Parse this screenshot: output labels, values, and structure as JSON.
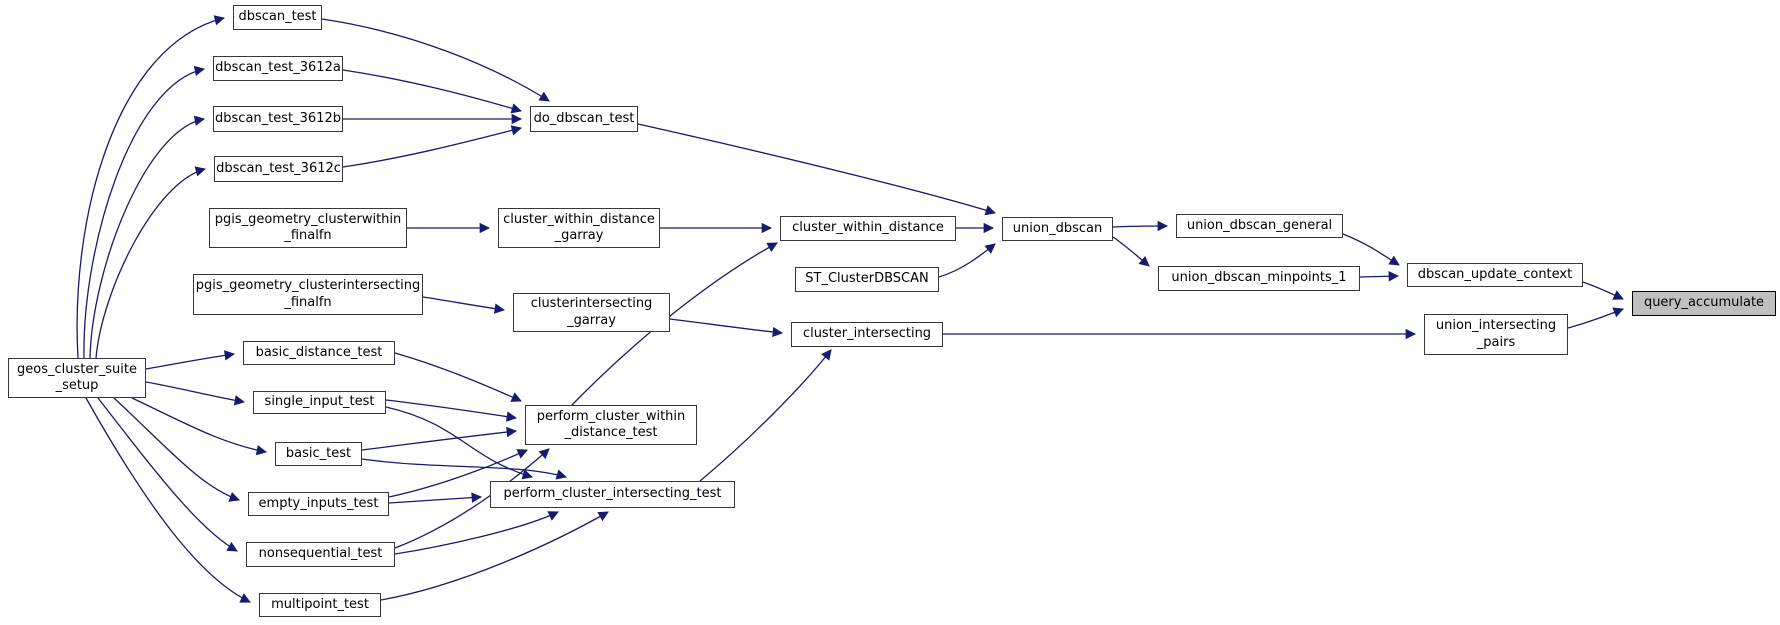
{
  "diagram": {
    "kind": "call-graph",
    "colors": {
      "background": "#ffffff",
      "edge": "#191970",
      "node_fill": "#ffffff",
      "node_border": "#36363e",
      "highlight_fill": "#bfbfbf",
      "text": "#000000"
    },
    "nodes": [
      {
        "id": "geos_cluster_suite_setup",
        "label": "geos_cluster_suite\n_setup",
        "highlighted": false
      },
      {
        "id": "dbscan_test",
        "label": "dbscan_test",
        "highlighted": false
      },
      {
        "id": "dbscan_test_3612a",
        "label": "dbscan_test_3612a",
        "highlighted": false
      },
      {
        "id": "dbscan_test_3612b",
        "label": "dbscan_test_3612b",
        "highlighted": false
      },
      {
        "id": "dbscan_test_3612c",
        "label": "dbscan_test_3612c",
        "highlighted": false
      },
      {
        "id": "do_dbscan_test",
        "label": "do_dbscan_test",
        "highlighted": false
      },
      {
        "id": "pgis_geometry_clusterwithin_finalfn",
        "label": "pgis_geometry_clusterwithin\n_finalfn",
        "highlighted": false
      },
      {
        "id": "cluster_within_distance_garray",
        "label": "cluster_within_distance\n_garray",
        "highlighted": false
      },
      {
        "id": "cluster_within_distance",
        "label": "cluster_within_distance",
        "highlighted": false
      },
      {
        "id": "ST_ClusterDBSCAN",
        "label": "ST_ClusterDBSCAN",
        "highlighted": false
      },
      {
        "id": "pgis_geometry_clusterintersecting_finalfn",
        "label": "pgis_geometry_clusterintersecting\n_finalfn",
        "highlighted": false
      },
      {
        "id": "clusterintersecting_garray",
        "label": "clusterintersecting\n_garray",
        "highlighted": false
      },
      {
        "id": "cluster_intersecting",
        "label": "cluster_intersecting",
        "highlighted": false
      },
      {
        "id": "union_dbscan",
        "label": "union_dbscan",
        "highlighted": false
      },
      {
        "id": "union_dbscan_general",
        "label": "union_dbscan_general",
        "highlighted": false
      },
      {
        "id": "union_dbscan_minpoints_1",
        "label": "union_dbscan_minpoints_1",
        "highlighted": false
      },
      {
        "id": "dbscan_update_context",
        "label": "dbscan_update_context",
        "highlighted": false
      },
      {
        "id": "union_intersecting_pairs",
        "label": "union_intersecting\n_pairs",
        "highlighted": false
      },
      {
        "id": "query_accumulate",
        "label": "query_accumulate",
        "highlighted": true
      },
      {
        "id": "basic_distance_test",
        "label": "basic_distance_test",
        "highlighted": false
      },
      {
        "id": "single_input_test",
        "label": "single_input_test",
        "highlighted": false
      },
      {
        "id": "basic_test",
        "label": "basic_test",
        "highlighted": false
      },
      {
        "id": "empty_inputs_test",
        "label": "empty_inputs_test",
        "highlighted": false
      },
      {
        "id": "nonsequential_test",
        "label": "nonsequential_test",
        "highlighted": false
      },
      {
        "id": "multipoint_test",
        "label": "multipoint_test",
        "highlighted": false
      },
      {
        "id": "perform_cluster_within_distance_test",
        "label": "perform_cluster_within\n_distance_test",
        "highlighted": false
      },
      {
        "id": "perform_cluster_intersecting_test",
        "label": "perform_cluster_intersecting_test",
        "highlighted": false
      }
    ],
    "edges": [
      {
        "from": "geos_cluster_suite_setup",
        "to": "dbscan_test"
      },
      {
        "from": "geos_cluster_suite_setup",
        "to": "dbscan_test_3612a"
      },
      {
        "from": "geos_cluster_suite_setup",
        "to": "dbscan_test_3612b"
      },
      {
        "from": "geos_cluster_suite_setup",
        "to": "dbscan_test_3612c"
      },
      {
        "from": "geos_cluster_suite_setup",
        "to": "basic_distance_test"
      },
      {
        "from": "geos_cluster_suite_setup",
        "to": "single_input_test"
      },
      {
        "from": "geos_cluster_suite_setup",
        "to": "basic_test"
      },
      {
        "from": "geos_cluster_suite_setup",
        "to": "empty_inputs_test"
      },
      {
        "from": "geos_cluster_suite_setup",
        "to": "nonsequential_test"
      },
      {
        "from": "geos_cluster_suite_setup",
        "to": "multipoint_test"
      },
      {
        "from": "dbscan_test",
        "to": "do_dbscan_test"
      },
      {
        "from": "dbscan_test_3612a",
        "to": "do_dbscan_test"
      },
      {
        "from": "dbscan_test_3612b",
        "to": "do_dbscan_test"
      },
      {
        "from": "dbscan_test_3612c",
        "to": "do_dbscan_test"
      },
      {
        "from": "do_dbscan_test",
        "to": "union_dbscan"
      },
      {
        "from": "pgis_geometry_clusterwithin_finalfn",
        "to": "cluster_within_distance_garray"
      },
      {
        "from": "cluster_within_distance_garray",
        "to": "cluster_within_distance"
      },
      {
        "from": "cluster_within_distance",
        "to": "union_dbscan"
      },
      {
        "from": "ST_ClusterDBSCAN",
        "to": "union_dbscan"
      },
      {
        "from": "pgis_geometry_clusterintersecting_finalfn",
        "to": "clusterintersecting_garray"
      },
      {
        "from": "clusterintersecting_garray",
        "to": "cluster_intersecting"
      },
      {
        "from": "cluster_intersecting",
        "to": "union_intersecting_pairs"
      },
      {
        "from": "union_dbscan",
        "to": "union_dbscan_general"
      },
      {
        "from": "union_dbscan",
        "to": "union_dbscan_minpoints_1"
      },
      {
        "from": "union_dbscan_general",
        "to": "dbscan_update_context"
      },
      {
        "from": "union_dbscan_minpoints_1",
        "to": "dbscan_update_context"
      },
      {
        "from": "dbscan_update_context",
        "to": "query_accumulate"
      },
      {
        "from": "union_intersecting_pairs",
        "to": "query_accumulate"
      },
      {
        "from": "basic_distance_test",
        "to": "perform_cluster_within_distance_test"
      },
      {
        "from": "single_input_test",
        "to": "perform_cluster_within_distance_test"
      },
      {
        "from": "single_input_test",
        "to": "perform_cluster_intersecting_test"
      },
      {
        "from": "basic_test",
        "to": "perform_cluster_within_distance_test"
      },
      {
        "from": "basic_test",
        "to": "perform_cluster_intersecting_test"
      },
      {
        "from": "empty_inputs_test",
        "to": "perform_cluster_within_distance_test"
      },
      {
        "from": "empty_inputs_test",
        "to": "perform_cluster_intersecting_test"
      },
      {
        "from": "nonsequential_test",
        "to": "perform_cluster_within_distance_test"
      },
      {
        "from": "nonsequential_test",
        "to": "perform_cluster_intersecting_test"
      },
      {
        "from": "multipoint_test",
        "to": "perform_cluster_intersecting_test"
      },
      {
        "from": "perform_cluster_within_distance_test",
        "to": "cluster_within_distance"
      },
      {
        "from": "perform_cluster_intersecting_test",
        "to": "cluster_intersecting"
      }
    ]
  }
}
